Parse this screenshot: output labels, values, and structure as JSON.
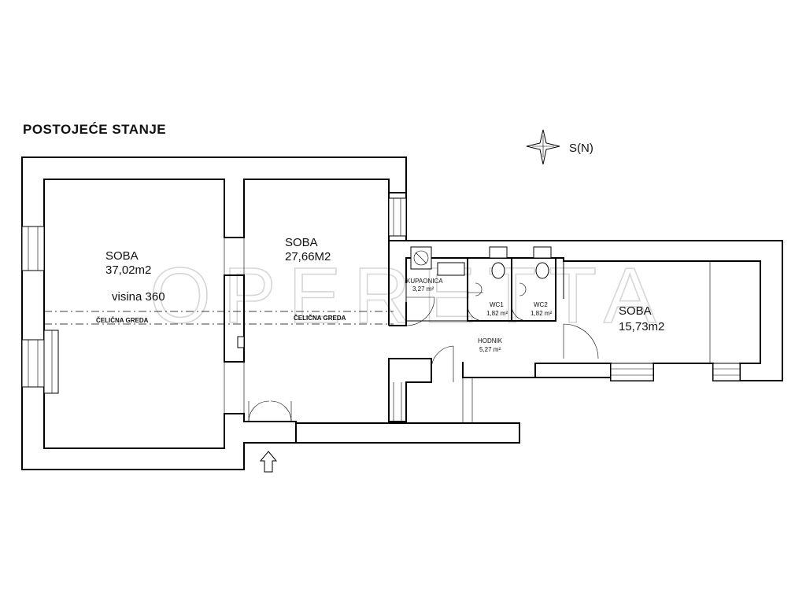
{
  "title": "POSTOJEĆE STANJE",
  "compass": {
    "label": "S(N)",
    "icon": "compass-star-icon"
  },
  "watermark": "OPERETTA",
  "beam_label": "ČELIČNA GREDA",
  "rooms": [
    {
      "id": "soba-1",
      "name": "SOBA",
      "area": "37,02m2",
      "note": "visina 360"
    },
    {
      "id": "soba-2",
      "name": "SOBA",
      "area": "27,66M2"
    },
    {
      "id": "kupaonica",
      "name": "KUPAONICA",
      "area": "3,27 m²"
    },
    {
      "id": "wc1",
      "name": "WC1",
      "area": "1,82 m²"
    },
    {
      "id": "wc2",
      "name": "WC2",
      "area": "1,82 m²"
    },
    {
      "id": "hodnik",
      "name": "HODNIK",
      "area": "5,27 m²"
    },
    {
      "id": "soba-3",
      "name": "SOBA",
      "area": "15,73m2"
    }
  ],
  "entrance_icon": "entrance-arrow-icon"
}
